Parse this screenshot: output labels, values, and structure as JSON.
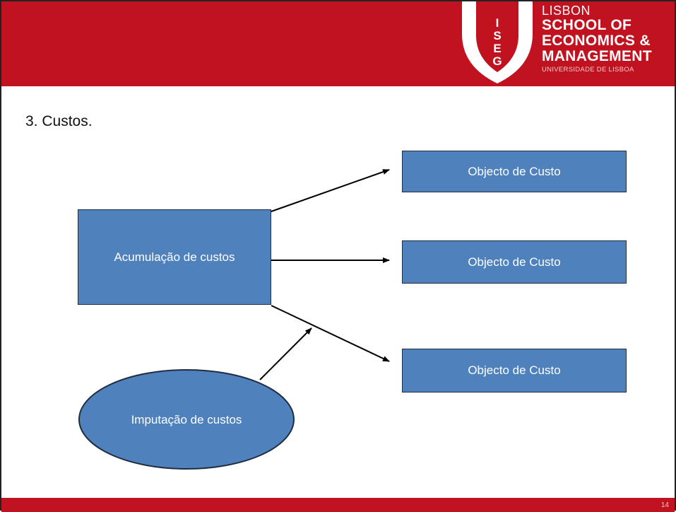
{
  "slide": {
    "section_title": "3. Custos.",
    "page_number": "14"
  },
  "logo": {
    "line1": "LISBON",
    "line2": "SCHOOL OF",
    "line3": "ECONOMICS &",
    "line4": "MANAGEMENT",
    "line5": "UNIVERSIDADE DE LISBOA",
    "shield_letters": [
      "I",
      "S",
      "E",
      "G"
    ]
  },
  "diagram": {
    "source_box": "Acumulação de custos",
    "targets": [
      "Objecto de Custo",
      "Objecto de Custo",
      "Objecto de Custo"
    ],
    "ellipse": "Imputação de custos"
  },
  "colors": {
    "header_red": "#c1121f",
    "box_blue": "#4f81bd",
    "box_border": "#1f2d40"
  }
}
